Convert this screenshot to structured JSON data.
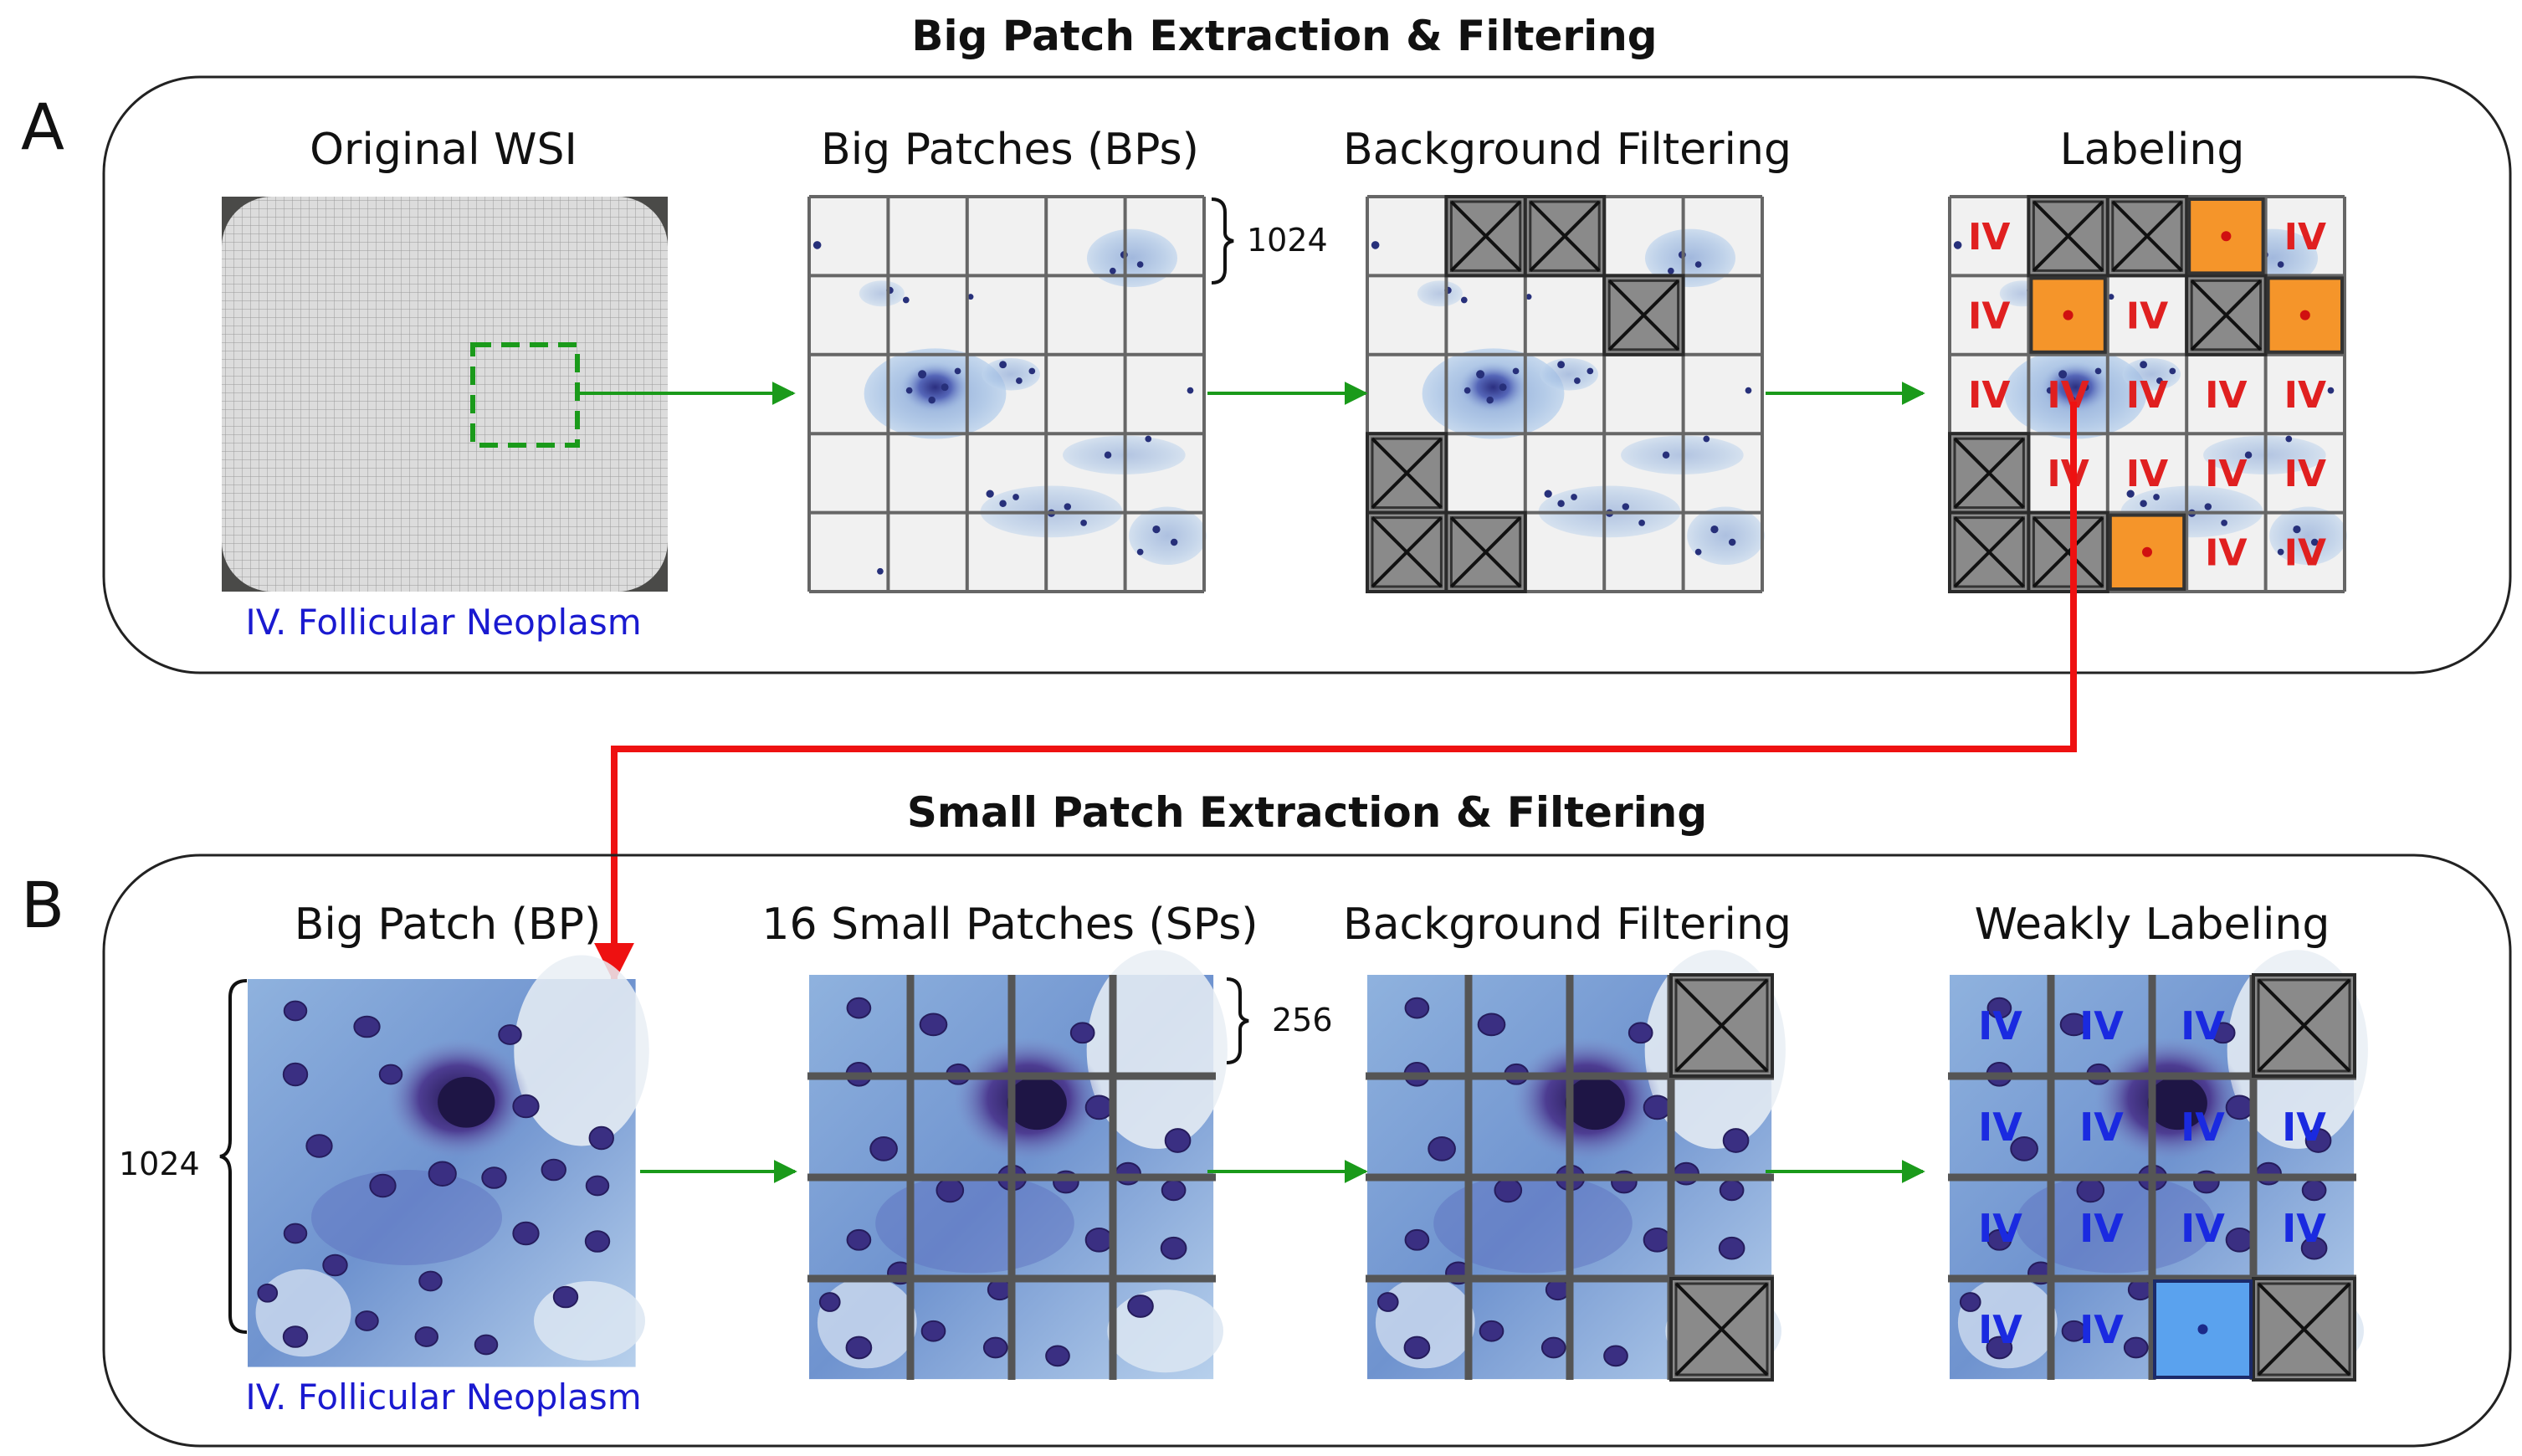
{
  "sections": {
    "a": {
      "title": "Big Patch Extraction & Filtering",
      "letter": "A",
      "panels": {
        "wsi": "Original WSI",
        "bps": "Big Patches (BPs)",
        "filter": "Background Filtering",
        "label": "Labeling"
      },
      "class_caption": "IV. Follicular Neoplasm",
      "size_annotation": "1024",
      "patch_label": "IV"
    },
    "b": {
      "title": "Small Patch Extraction & Filtering",
      "letter": "B",
      "panels": {
        "bp": "Big Patch (BP)",
        "sps": "16 Small Patches (SPs)",
        "filter": "Background Filtering",
        "label": "Weakly Labeling"
      },
      "class_caption": "IV. Follicular Neoplasm",
      "size_annotation_big": "1024",
      "size_annotation_small": "256",
      "patch_label": "IV"
    }
  },
  "colors": {
    "flow_arrow": "#1a9a1a",
    "selection_arrow": "#ee1111",
    "roi_dashes": "#1a9a1a",
    "class_caption": "#1a1ad0",
    "label_a": "#e02020",
    "label_b": "#1a2ae0",
    "orange_patch": "#f5952a",
    "blue_patch": "#5aa2ee",
    "background_patch": "#8a8a8a"
  },
  "icons": {
    "background_patch": "crossed-box-icon",
    "selected_patch": "dot-marker-icon"
  }
}
